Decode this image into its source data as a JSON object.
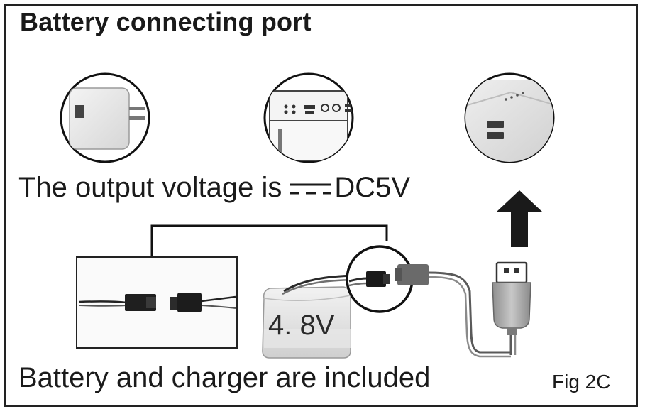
{
  "title": "Battery connecting port",
  "voltage": {
    "prefix": "The output voltage is",
    "value": "DC5V"
  },
  "battery": {
    "label": "4. 8V"
  },
  "footer": {
    "caption": "Battery and charger are included",
    "figure": "Fig 2C"
  },
  "icons": {
    "source_1": "wall-adapter-icon",
    "source_2": "computer-usb-port-icon",
    "source_3": "power-bank-icon",
    "arrow": "up-arrow-icon",
    "plug": "usb-plug-icon",
    "connector": "sm-connector-icon",
    "battery": "battery-pack-icon",
    "dc": "dc-symbol-icon"
  }
}
